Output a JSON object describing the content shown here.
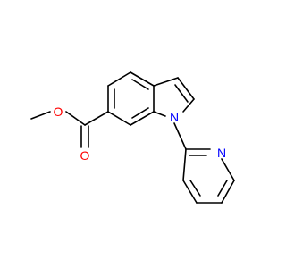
{
  "molecule": {
    "atoms": {
      "methyl_oxygen": {
        "symbol": "O"
      },
      "carbonyl_oxygen": {
        "symbol": "O"
      },
      "indole_nitrogen": {
        "symbol": "N"
      },
      "pyridine_nitrogen": {
        "symbol": "N"
      }
    }
  },
  "colors": {
    "bond": "#000000",
    "oxygen": "#ff0000",
    "nitrogen": "#0000ff",
    "background": "#ffffff"
  }
}
